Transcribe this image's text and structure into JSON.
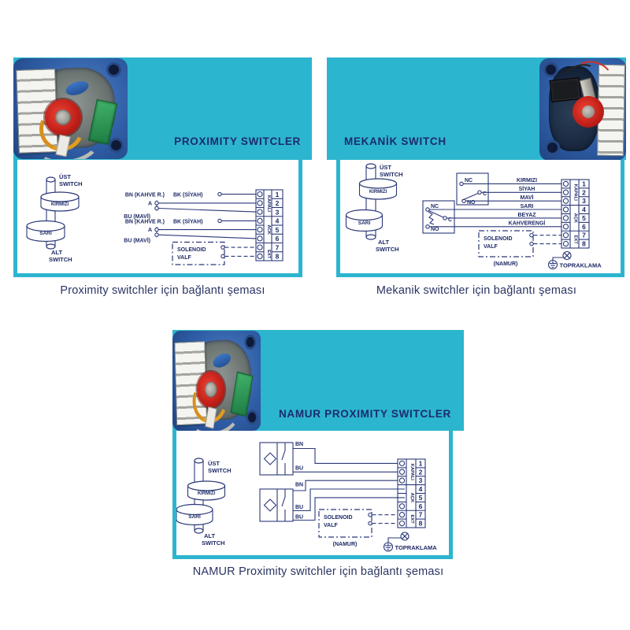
{
  "colors": {
    "teal": "#2cb5ce",
    "title_navy": "#1c2b6e",
    "diagram_line": "#2b3878",
    "caption_navy": "#2a3463"
  },
  "panels": {
    "p1": {
      "title": "PROXIMITY SWITCLER",
      "caption": "Proximity switchler için bağlantı şeması",
      "shaft": {
        "ust": "ÜST",
        "sw": "SWITCH",
        "red": "KIRMIZI",
        "yellow": "SARI",
        "alt": "ALT"
      },
      "labels": {
        "bn": "BN (KAHVE R.)",
        "bk": "BK (SİYAH)",
        "a": "A",
        "bu": "BU (MAVİ)"
      },
      "terminal": {
        "kapali": "KAPALI",
        "ack": "ACK",
        "ext": "EXT",
        "nums": [
          "1",
          "2",
          "3",
          "4",
          "5",
          "6",
          "7",
          "8"
        ]
      },
      "solenoid": {
        "l1": "SOLENOID",
        "l2": "VALF"
      }
    },
    "p2": {
      "title": "MEKANİK SWITCH",
      "caption": "Mekanik switchler için bağlantı şeması",
      "shaft": {
        "ust": "ÜST",
        "sw": "SWITCH",
        "red": "KIRMIZI",
        "yellow": "SARI",
        "alt": "ALT"
      },
      "contacts": {
        "nc": "NC",
        "c": "C",
        "no": "NO"
      },
      "wires": [
        "KIRMIZI",
        "SİYAH",
        "MAVİ",
        "SARI",
        "BEYAZ",
        "KAHVERENGİ"
      ],
      "terminal": {
        "kapali": "KAPALI",
        "ack": "AÇK",
        "ext": "EXT",
        "nums": [
          "1",
          "2",
          "3",
          "4",
          "5",
          "6",
          "7",
          "8"
        ]
      },
      "solenoid": {
        "l1": "SOLENOID",
        "l2": "VALF"
      },
      "namur": "(NAMUR)",
      "ground": "TOPRAKLAMA"
    },
    "p3": {
      "title": "NAMUR PROXIMITY SWITCLER",
      "caption": "NAMUR Proximity switchler için bağlantı şeması",
      "shaft": {
        "ust": "ÜST",
        "sw": "SWITCH",
        "red": "KIRMIZI",
        "yellow": "SARI",
        "alt": "ALT"
      },
      "labels": {
        "bn": "BN",
        "bu": "BU"
      },
      "terminal": {
        "kapali": "KAPALI",
        "ack": "AÇK",
        "ext": "EXT",
        "nums": [
          "1",
          "2",
          "3",
          "4",
          "5",
          "6",
          "7",
          "8"
        ]
      },
      "solenoid": {
        "l1": "SOLENOID",
        "l2": "VALF"
      },
      "namur": "(NAMUR)",
      "ground": "TOPRAKLAMA"
    }
  }
}
